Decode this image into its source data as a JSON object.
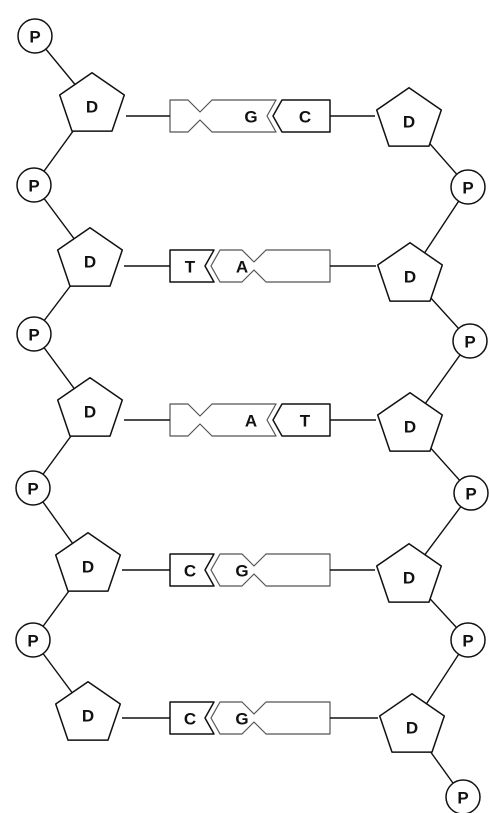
{
  "colors": {
    "ink": "#111111",
    "faint": "#555555",
    "paper": "#ffffff"
  },
  "labels": {
    "phosphate": "P",
    "sugar": "D"
  },
  "rungs": [
    {
      "left": "G",
      "right": "C"
    },
    {
      "left": "T",
      "right": "A"
    },
    {
      "left": "A",
      "right": "T"
    },
    {
      "left": "C",
      "right": "G"
    },
    {
      "left": "C",
      "right": "G"
    }
  ]
}
